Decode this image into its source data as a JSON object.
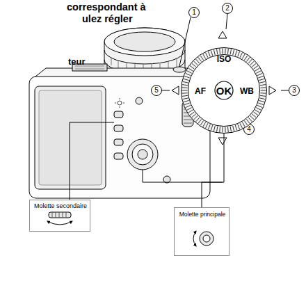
{
  "diagram": {
    "nodes": [
      {
        "text": [
          "ISO",
          "AF",
          "OK",
          "WB"
        ]
      },
      {
        "text": [
          "Molette secondaire"
        ]
      },
      {
        "text": [
          "Molette principale"
        ]
      }
    ],
    "edges": [
      {
        "from": 0,
        "to": 2,
        "arrow": "none"
      }
    ],
    "labels": [
      "correspondant à",
      "ulez régler",
      "teur",
      "1",
      "2",
      "3",
      "4",
      "5"
    ]
  }
}
